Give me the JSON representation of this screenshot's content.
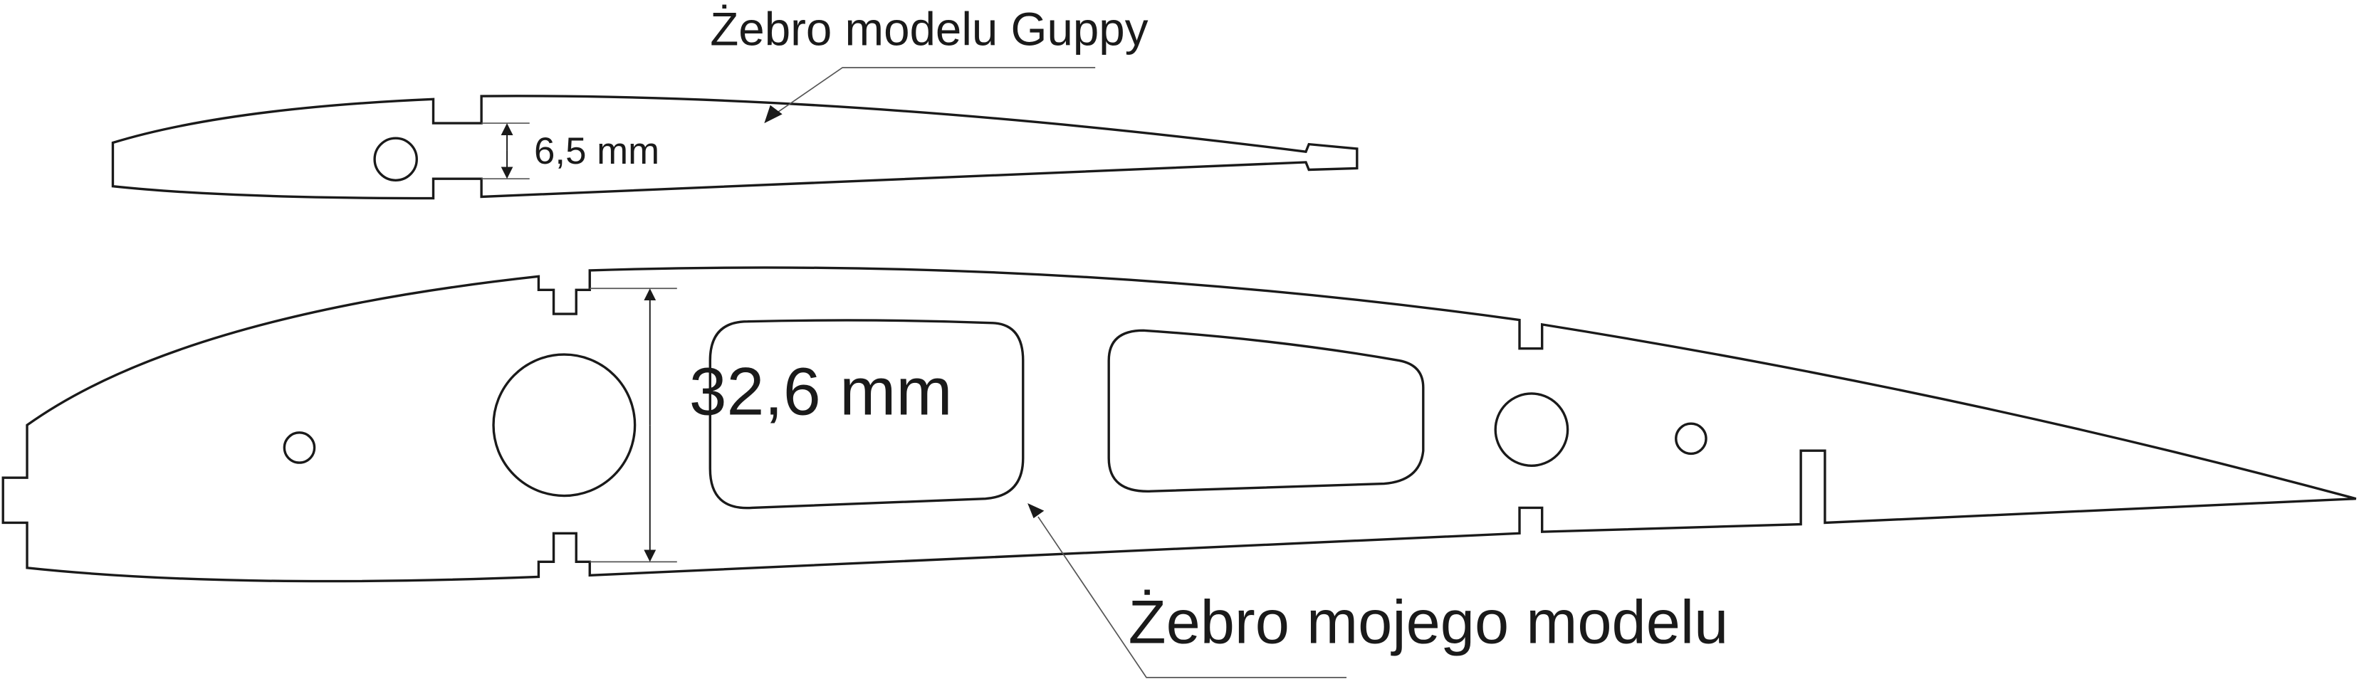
{
  "small_rib": {
    "title": "Żebro modelu Guppy",
    "dimension": "6,5 mm"
  },
  "large_rib": {
    "title": "Żebro mojego modelu",
    "dimension": "32,6 mm"
  },
  "colors": {
    "line": "#1a1a1a",
    "background": "#ffffff"
  }
}
